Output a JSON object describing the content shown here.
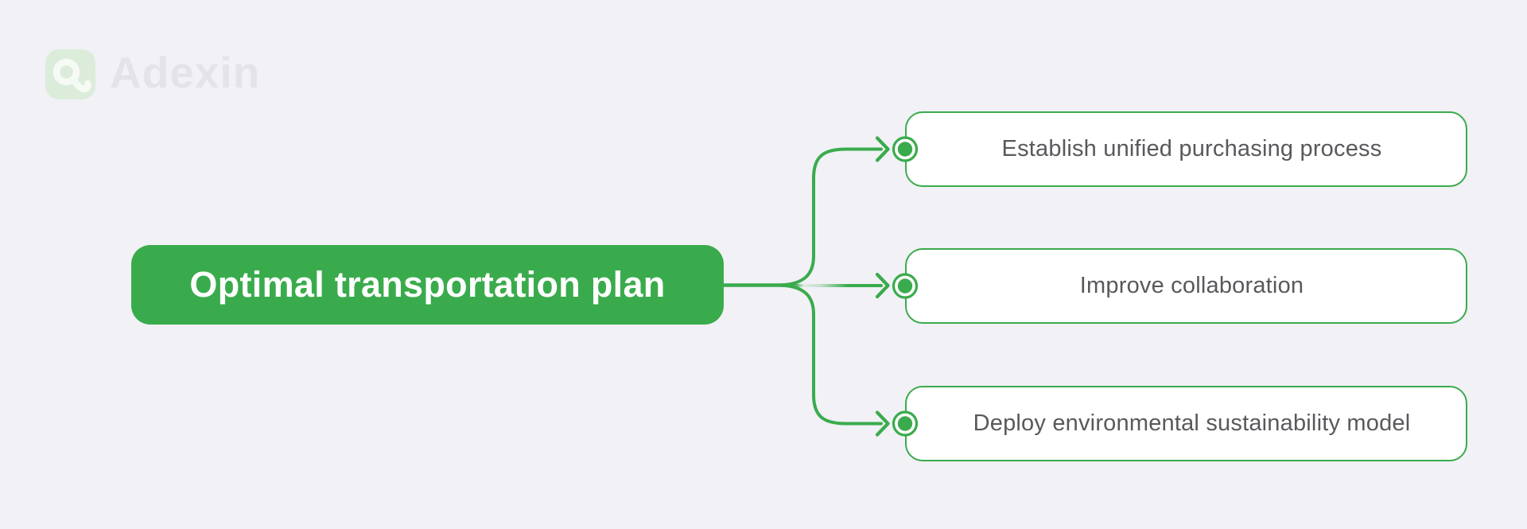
{
  "colors": {
    "background": "#f1f1f6",
    "accent_green": "#3aab4c",
    "root_text": "#ffffff",
    "child_text": "#58595c",
    "child_fill": "#ffffff",
    "logo_tile": "#dcecda",
    "logo_glyph": "#f6faf5",
    "logo_text": "#e3e3e8"
  },
  "logo": {
    "text": "Adexin",
    "icon": "adexin-a-icon"
  },
  "diagram": {
    "type": "mindmap",
    "root": {
      "label": "Optimal transportation plan"
    },
    "children": [
      {
        "label": "Establish unified purchasing process"
      },
      {
        "label": "Improve collaboration"
      },
      {
        "label": "Deploy environmental sustainability model"
      }
    ],
    "connector": {
      "arrow_icon": "chevron-right-arrow-icon",
      "bullet_icon": "bullseye-dot-icon"
    }
  }
}
